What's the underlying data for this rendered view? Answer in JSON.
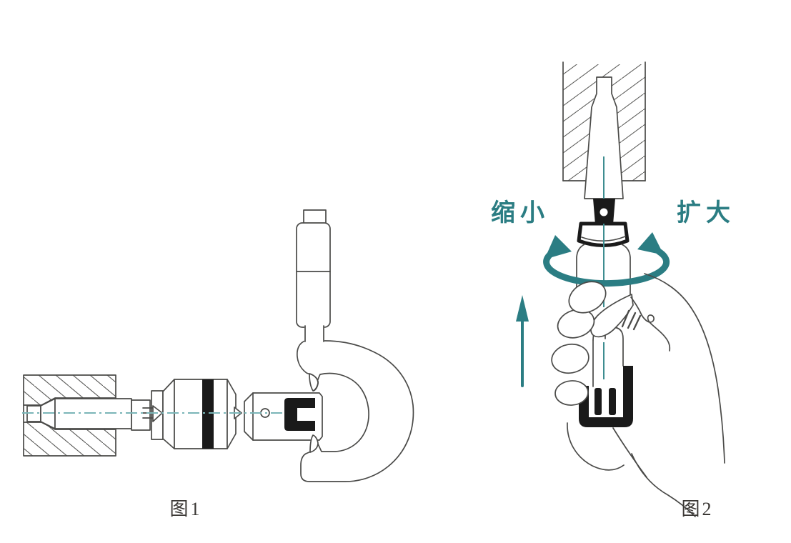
{
  "colors": {
    "background": "#ffffff",
    "line": "#4a4a48",
    "fill_black": "#1a1a1a",
    "accent_teal": "#2b7d83",
    "centerline_teal": "#7ab5b7",
    "centerline_teal2": "#3d8d90",
    "caption_text": "#3b3835",
    "hatch": "#5b5b59"
  },
  "figure1": {
    "caption": "图1",
    "icons": [
      "workpiece-hatch-block",
      "test-pin",
      "spring-symbol",
      "adjuster-barrel",
      "locking-band",
      "measuring-head",
      "clamp-bracket",
      "micrometer-stem",
      "micrometer-frame",
      "centerline"
    ]
  },
  "figure2": {
    "caption": "图2",
    "label_left": "缩小",
    "label_right": "扩大",
    "icons": [
      "bore-hatch-block",
      "taper-pin",
      "pin-collar",
      "knurled-knob",
      "rotation-arrow",
      "up-arrow",
      "grip-handle",
      "grip-teeth",
      "hand",
      "centerline"
    ]
  }
}
